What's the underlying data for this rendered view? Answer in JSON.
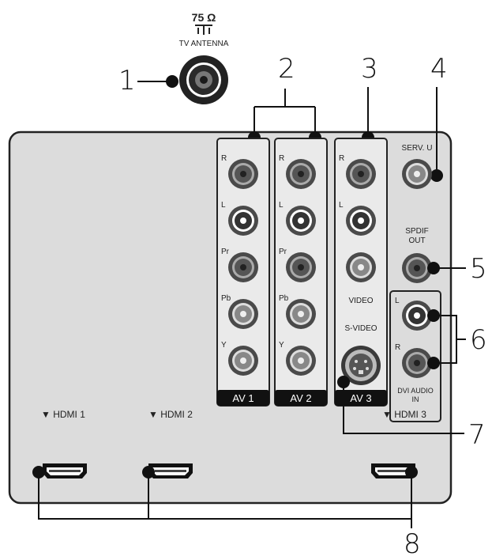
{
  "antenna": {
    "ohm": "75 Ω",
    "label": "TV ANTENNA"
  },
  "callouts": [
    "1",
    "2",
    "3",
    "4",
    "5",
    "6",
    "7",
    "8"
  ],
  "av_panels": [
    {
      "name": "AV 1",
      "jacks": [
        "R",
        "L",
        "Pr",
        "Pb",
        "Y"
      ]
    },
    {
      "name": "AV 2",
      "jacks": [
        "R",
        "L",
        "Pr",
        "Pb",
        "Y"
      ]
    },
    {
      "name": "AV 3",
      "jacks": [
        "R",
        "L",
        "VIDEO",
        "S-VIDEO"
      ]
    }
  ],
  "serv_u": "SERV. U",
  "spdif": [
    "SPDIF",
    "OUT"
  ],
  "dvi_audio": {
    "l": "L",
    "r": "R",
    "label1": "DVI AUDIO",
    "label2": "IN"
  },
  "hdmi": [
    "▼ HDMI 1",
    "▼ HDMI 2",
    "▼ HDMI 3"
  ]
}
